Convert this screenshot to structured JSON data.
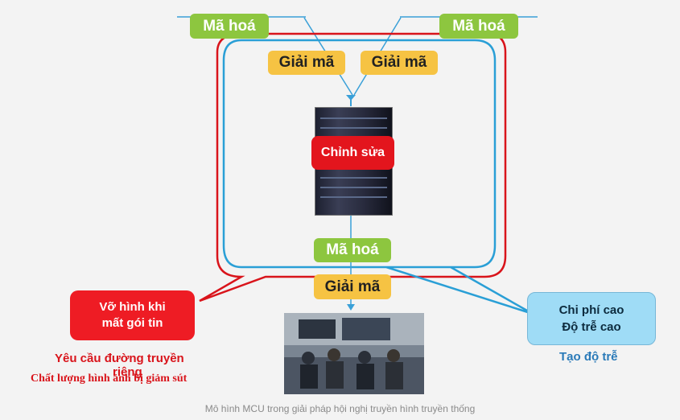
{
  "labels": {
    "encode_top_left": "Mã hoá",
    "encode_top_right": "Mã hoá",
    "decode_left": "Giải mã",
    "decode_right": "Giải mã",
    "edit": "Chỉnh sửa",
    "encode_center": "Mã hoá",
    "decode_center": "Giải mã"
  },
  "callouts": {
    "red": [
      "Vỡ hình khi",
      "mất gói tin"
    ],
    "blue": [
      "Chi phí cao",
      "Độ trễ cao"
    ],
    "requirement": "Yêu cầu đường truyền",
    "requirement_cont": "riêng",
    "quality": "Chất lượng hình ảnh bị giảm sút",
    "delay": "Tạo độ trễ"
  },
  "caption": "Mô hình MCU trong giải pháp hội nghị truyền hình truyền thống",
  "colors": {
    "green": "#8dc63f",
    "yellow": "#f6c343",
    "red": "#e3151d",
    "blue_outline": "#2a9fd6",
    "red_outline": "#d9141b"
  }
}
